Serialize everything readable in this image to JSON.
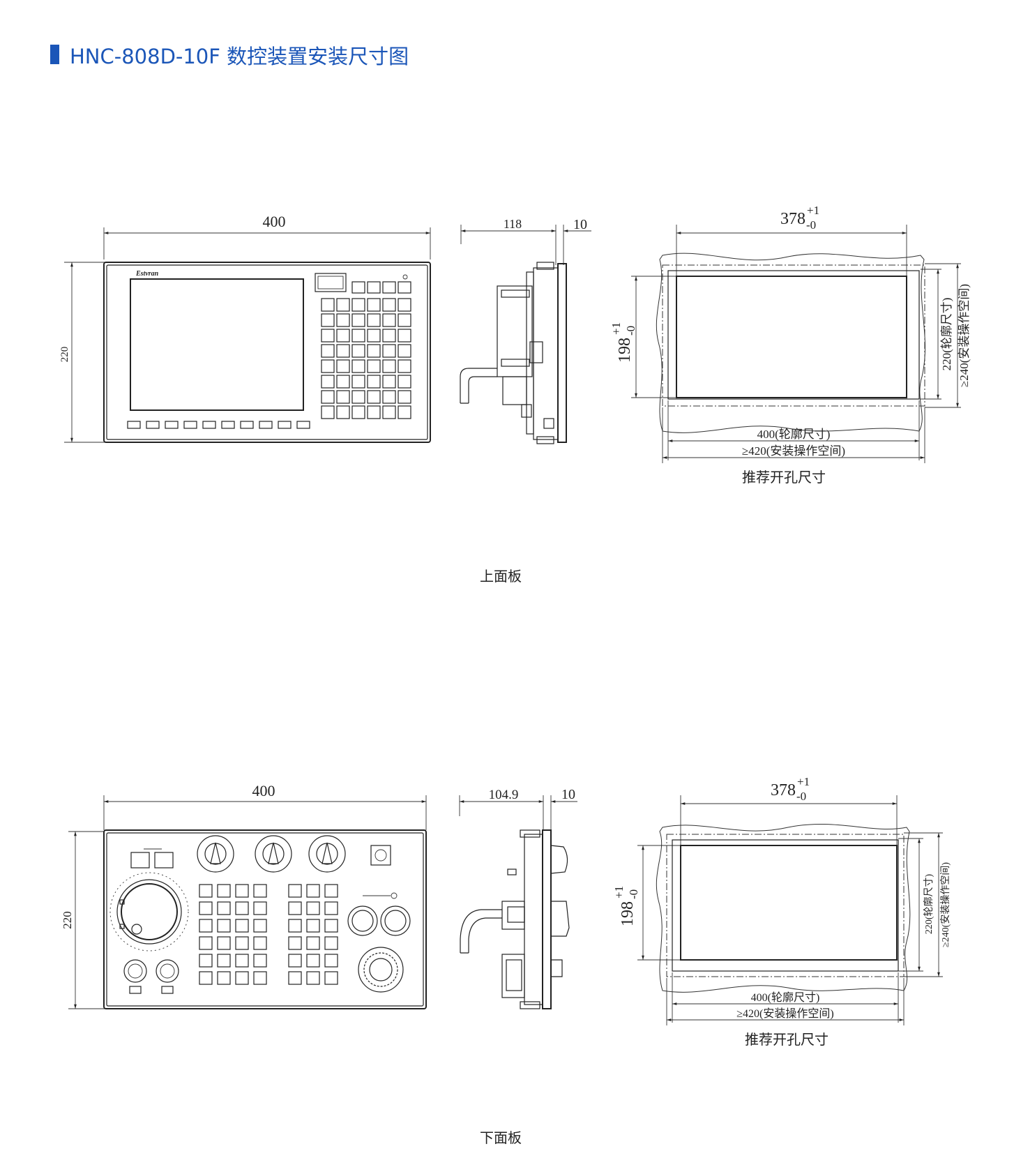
{
  "title": "HNC-808D-10F 数控装置安装尺寸图",
  "colors": {
    "accent": "#1b56b8",
    "line": "#222222"
  },
  "upper": {
    "caption": "上面板",
    "front": {
      "width_label": "400",
      "height_label": "220",
      "logo": "Estvran"
    },
    "side": {
      "depth_label": "118",
      "flange_label": "10"
    },
    "cutout": {
      "width_label": "378",
      "height_label": "198",
      "tol_plus": "+1",
      "tol_minus": "-0",
      "outline_h": "220(轮廓尺寸)",
      "space_h": "≥240(安装操作空间)",
      "outline_w": "400(轮廓尺寸)",
      "space_w": "≥420(安装操作空间)",
      "caption": "推荐开孔尺寸"
    }
  },
  "lower": {
    "caption": "下面板",
    "front": {
      "width_label": "400",
      "height_label": "220"
    },
    "side": {
      "depth_label": "104.9",
      "flange_label": "10"
    },
    "cutout": {
      "width_label": "378",
      "height_label": "198",
      "tol_plus": "+1",
      "tol_minus": "-0",
      "outline_h": "220(轮廓尺寸)",
      "space_h": "≥240(安装操作空间)",
      "outline_w": "400(轮廓尺寸)",
      "space_w": "≥420(安装操作空间)",
      "caption": "推荐开孔尺寸"
    }
  }
}
